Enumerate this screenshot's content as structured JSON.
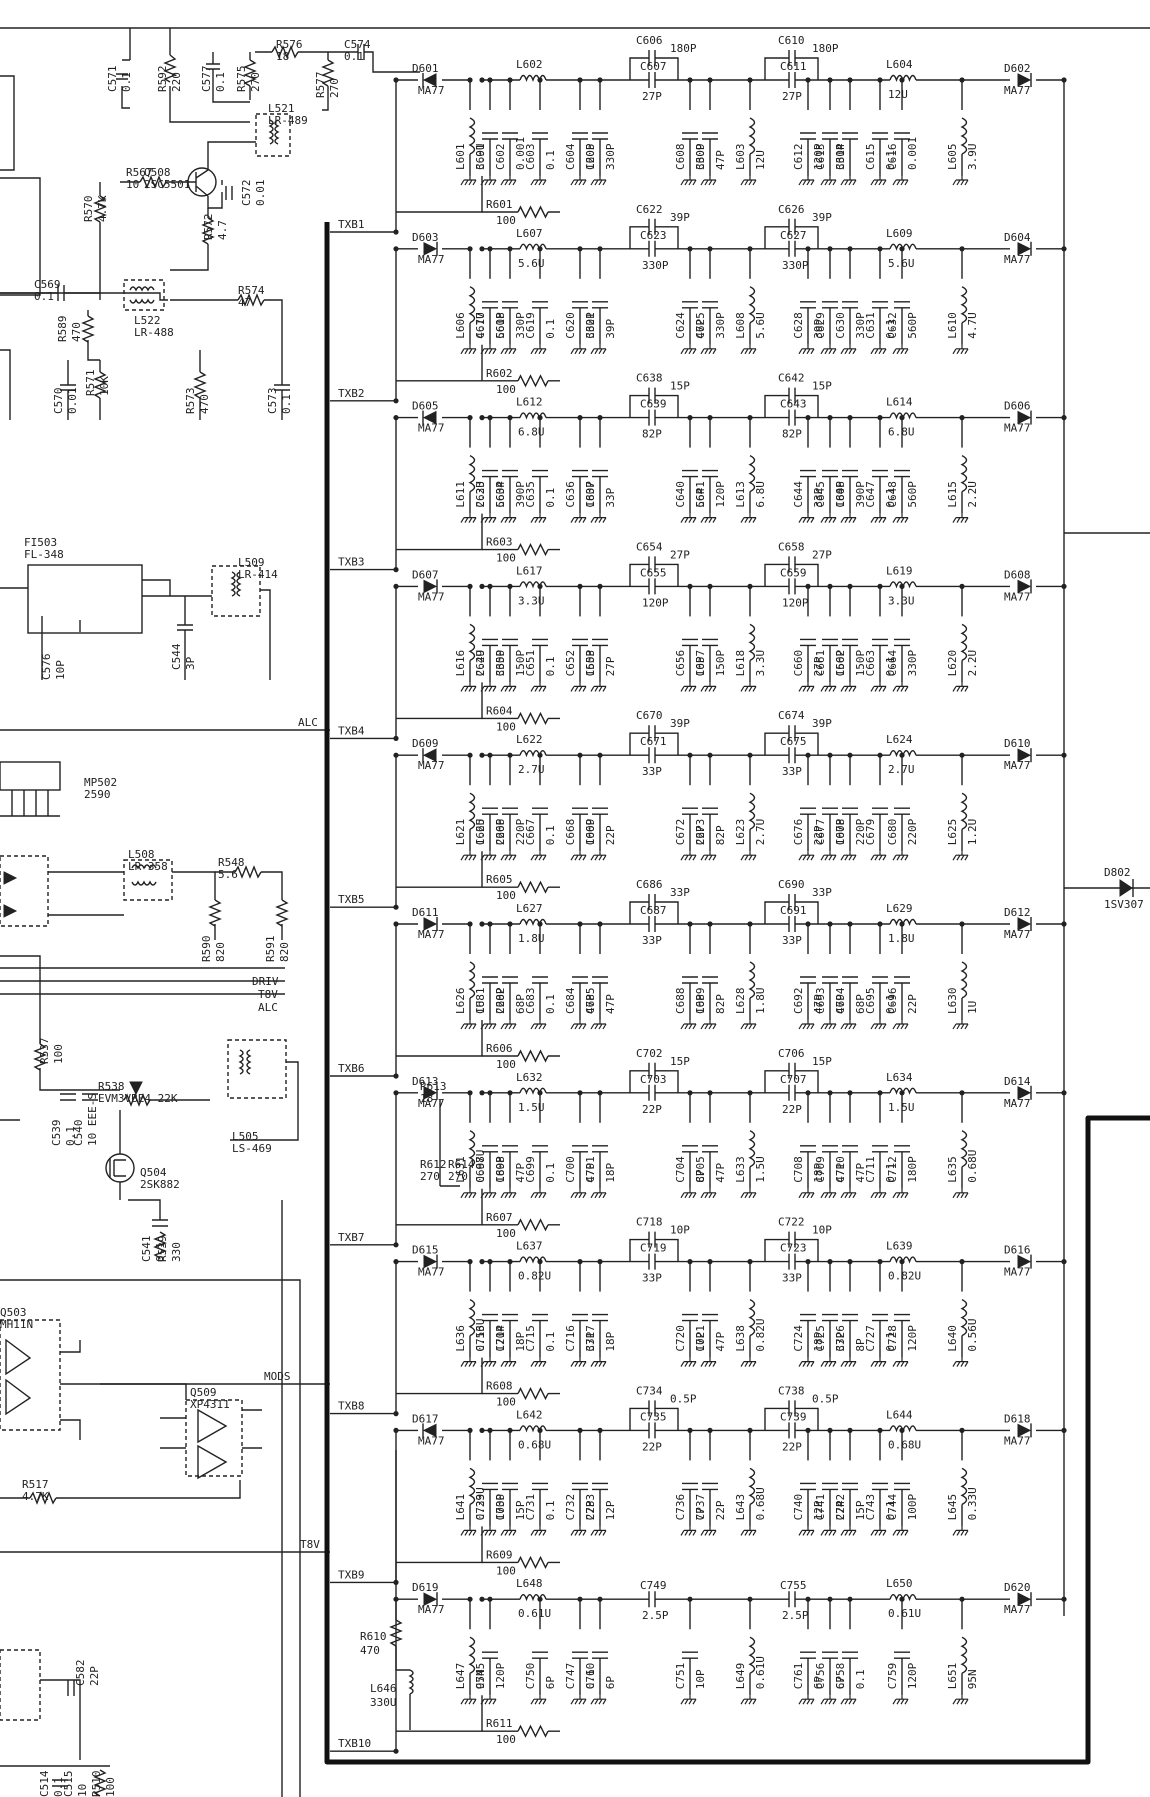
{
  "nets": {
    "txb": [
      "TXB1",
      "TXB2",
      "TXB3",
      "TXB4",
      "TXB5",
      "TXB6",
      "TXB7",
      "TXB8",
      "TXB9",
      "TXB10"
    ],
    "alc_top": "ALC",
    "driv": "DRIV",
    "t8v": "T8V",
    "alc": "ALC",
    "mods": "MODS",
    "t8v_low": "T8V"
  },
  "left_parts": [
    {
      "ref": "C571",
      "val": "0.1"
    },
    {
      "ref": "R592",
      "val": "220"
    },
    {
      "ref": "R576",
      "val": "18"
    },
    {
      "ref": "C577",
      "val": "0.1"
    },
    {
      "ref": "R575",
      "val": "270"
    },
    {
      "ref": "C574",
      "val": "0.1"
    },
    {
      "ref": "R577",
      "val": "270"
    },
    {
      "ref": "L521",
      "val": "LR-489"
    },
    {
      "ref": "Q508",
      "val": "2SC5501"
    },
    {
      "ref": "R567",
      "val": "10"
    },
    {
      "ref": "C572",
      "val": "0.01"
    },
    {
      "ref": "R570",
      "val": "4.7K"
    },
    {
      "ref": "R572",
      "val": "4.7"
    },
    {
      "ref": "C569",
      "val": "0.1"
    },
    {
      "ref": "L522",
      "val": "LR-488"
    },
    {
      "ref": "R574",
      "val": "47"
    },
    {
      "ref": "R589",
      "val": "470"
    },
    {
      "ref": "R571",
      "val": "10K"
    },
    {
      "ref": "C570",
      "val": "0.01"
    },
    {
      "ref": "R573",
      "val": "470"
    },
    {
      "ref": "C573",
      "val": "0.1"
    },
    {
      "ref": "FI503",
      "val": "FL-348"
    },
    {
      "ref": "L509",
      "val": "LR-414"
    },
    {
      "ref": "C576",
      "val": "10P"
    },
    {
      "ref": "C544",
      "val": "3P"
    },
    {
      "ref": "MP502",
      "val": "2590"
    },
    {
      "ref": "L508",
      "val": "LR-358"
    },
    {
      "ref": "R548",
      "val": "5.6"
    },
    {
      "ref": "R590",
      "val": "820"
    },
    {
      "ref": "R591",
      "val": "820"
    },
    {
      "ref": "R537",
      "val": "100"
    },
    {
      "ref": "C539",
      "val": "0.1"
    },
    {
      "ref": "C540",
      "val": "10 EEE-S"
    },
    {
      "ref": "R538",
      "val": "EVM3VBE4 22K"
    },
    {
      "ref": "L505",
      "val": "LS-469"
    },
    {
      "ref": "Q504",
      "val": "2SK882"
    },
    {
      "ref": "C541",
      "val": "0.1"
    },
    {
      "ref": "R539",
      "val": "330"
    },
    {
      "ref": "Q503",
      "val": "MH11N"
    },
    {
      "ref": "Q509",
      "val": "XP4311"
    },
    {
      "ref": "R517",
      "val": "4.7K"
    },
    {
      "ref": "C582",
      "val": "22P"
    },
    {
      "ref": "C514",
      "val": "0.1"
    },
    {
      "ref": "C515",
      "val": "10"
    },
    {
      "ref": "R510",
      "val": "100"
    }
  ],
  "stage_labels": {
    "r610": {
      "ref": "R610",
      "val": "470"
    },
    "l646": {
      "ref": "L646",
      "val": "330U"
    },
    "r612": {
      "ref": "R612",
      "val": "270"
    },
    "r614": {
      "ref": "R614",
      "val": "270"
    },
    "r613": {
      "ref": "R613",
      "val": "18"
    },
    "d802": {
      "ref": "D802",
      "val": "1SV307"
    }
  },
  "filters": [
    {
      "ra": "R601",
      "rv": "100",
      "din": "D601",
      "dout": "D602",
      "dpart": "MA77",
      "la": "L602",
      "lav": "",
      "lb": "L604",
      "lbv": "12U",
      "ca": "C606",
      "cav": "180P",
      "cb": "C610",
      "cbv": "180P",
      "cs1": "C607",
      "cs1v": "27P",
      "cs2": "C611",
      "cs2v": "27P",
      "sh": [
        [
          "L601",
          "3.9U"
        ],
        [
          "C601",
          ""
        ],
        [
          "C602",
          "0.001"
        ],
        [
          "C603",
          "0.1"
        ],
        [
          "C604",
          "120P"
        ],
        [
          "C605",
          "330P"
        ],
        [
          "C608",
          "330P"
        ],
        [
          "C609",
          "47P"
        ],
        [
          "L603",
          "12U"
        ],
        [
          "C612",
          "120P"
        ],
        [
          "C613",
          "330P"
        ],
        [
          "C614",
          ""
        ],
        [
          "C615",
          "0.1"
        ],
        [
          "C616",
          "0.001"
        ],
        [
          "L605",
          "3.9U"
        ]
      ]
    },
    {
      "ra": "R602",
      "rv": "100",
      "din": "D603",
      "dout": "D604",
      "dpart": "MA77",
      "la": "L607",
      "lav": "5.6U",
      "lb": "L609",
      "lbv": "5.6U",
      "ca": "C622",
      "cav": "39P",
      "cb": "C626",
      "cbv": "39P",
      "cs1": "C623",
      "cs1v": "330P",
      "cs2": "C627",
      "cs2v": "330P",
      "sh": [
        [
          "L606",
          "4.7U"
        ],
        [
          "C617",
          "560P"
        ],
        [
          "C618",
          "330P"
        ],
        [
          "C619",
          "0.1"
        ],
        [
          "C620",
          "330P"
        ],
        [
          "C621",
          "39P"
        ],
        [
          "C624",
          "47P"
        ],
        [
          "C625",
          "330P"
        ],
        [
          "L608",
          "5.6U"
        ],
        [
          "C628",
          "39P"
        ],
        [
          "C629",
          ""
        ],
        [
          "C630",
          "330P"
        ],
        [
          "C631",
          "0.1"
        ],
        [
          "C632",
          "560P"
        ],
        [
          "L610",
          "4.7U"
        ]
      ]
    },
    {
      "ra": "R603",
      "rv": "100",
      "din": "D605",
      "dout": "D606",
      "dpart": "MA77",
      "la": "L612",
      "lav": "6.8U",
      "lb": "L614",
      "lbv": "6.8U",
      "ca": "C638",
      "cav": "15P",
      "cb": "C642",
      "cbv": "15P",
      "cs1": "C639",
      "cs1v": "82P",
      "cs2": "C643",
      "cs2v": "82P",
      "sh": [
        [
          "L611",
          "2.2U"
        ],
        [
          "C633",
          "560P"
        ],
        [
          "C634",
          "390P"
        ],
        [
          "C635",
          "0.1"
        ],
        [
          "C636",
          "180P"
        ],
        [
          "C637",
          "33P"
        ],
        [
          "C640",
          "56P"
        ],
        [
          "C641",
          "120P"
        ],
        [
          "L613",
          "6.8U"
        ],
        [
          "C644",
          "33P"
        ],
        [
          "C645",
          "180P"
        ],
        [
          "C646",
          "390P"
        ],
        [
          "C647",
          "0.1"
        ],
        [
          "C648",
          "560P"
        ],
        [
          "L615",
          "2.2U"
        ]
      ]
    },
    {
      "ra": "R604",
      "rv": "100",
      "din": "D607",
      "dout": "D608",
      "dpart": "MA77",
      "la": "L617",
      "lav": "3.3U",
      "lb": "L619",
      "lbv": "3.3U",
      "ca": "C654",
      "cav": "27P",
      "cb": "C658",
      "cbv": "27P",
      "cs1": "C655",
      "cs1v": "120P",
      "cs2": "C659",
      "cs2v": "120P",
      "sh": [
        [
          "L616",
          "2.2U"
        ],
        [
          "C649",
          "330P"
        ],
        [
          "C650",
          "150P"
        ],
        [
          "C651",
          "0.1"
        ],
        [
          "C652",
          "150P"
        ],
        [
          "C653",
          "27P"
        ],
        [
          "C656",
          "10P"
        ],
        [
          "C657",
          "150P"
        ],
        [
          "L618",
          "3.3U"
        ],
        [
          "C660",
          "27P"
        ],
        [
          "C661",
          "150P"
        ],
        [
          "C662",
          "150P"
        ],
        [
          "C663",
          "0.1"
        ],
        [
          "C664",
          "330P"
        ],
        [
          "L620",
          "2.2U"
        ]
      ]
    },
    {
      "ra": "R605",
      "rv": "100",
      "din": "D609",
      "dout": "D610",
      "dpart": "MA77",
      "la": "L622",
      "lav": "2.7U",
      "lb": "L624",
      "lbv": "2.7U",
      "ca": "C670",
      "cav": "39P",
      "cb": "C674",
      "cbv": "39P",
      "cs1": "C671",
      "cs1v": "33P",
      "cs2": "C675",
      "cs2v": "33P",
      "sh": [
        [
          "L621",
          "1.2U"
        ],
        [
          "C665",
          "220P"
        ],
        [
          "C666",
          "220P"
        ],
        [
          "C667",
          "0.1"
        ],
        [
          "C668",
          "100P"
        ],
        [
          "C669",
          "22P"
        ],
        [
          "C672",
          "22P"
        ],
        [
          "C673",
          "82P"
        ],
        [
          "L623",
          "2.7U"
        ],
        [
          "C676",
          "22P"
        ],
        [
          "C677",
          "100P"
        ],
        [
          "C678",
          "220P"
        ],
        [
          "C679",
          ""
        ],
        [
          "C680",
          "220P"
        ],
        [
          "L625",
          "1.2U"
        ]
      ]
    },
    {
      "ra": "R606",
      "rv": "100",
      "din": "D611",
      "dout": "D612",
      "dpart": "MA77",
      "la": "L627",
      "lav": "1.8U",
      "lb": "L629",
      "lbv": "1.8U",
      "ca": "C686",
      "cav": "33P",
      "cb": "C690",
      "cbv": "33P",
      "cs1": "C687",
      "cs1v": "33P",
      "cs2": "C691",
      "cs2v": "33P",
      "sh": [
        [
          "L626",
          "1U"
        ],
        [
          "C681",
          "220P"
        ],
        [
          "C682",
          "68P"
        ],
        [
          "C683",
          "0.1"
        ],
        [
          "C684",
          "47P"
        ],
        [
          "C685",
          "47P"
        ],
        [
          "C688",
          "10P"
        ],
        [
          "C689",
          "82P"
        ],
        [
          "L628",
          "1.8U"
        ],
        [
          "C692",
          "47P"
        ],
        [
          "C693",
          "47P"
        ],
        [
          "C694",
          "68P"
        ],
        [
          "C695",
          "0.1"
        ],
        [
          "C696",
          "22P"
        ],
        [
          "L630",
          "1U"
        ]
      ]
    },
    {
      "ra": "R607",
      "rv": "100",
      "din": "D613",
      "dout": "D614",
      "dpart": "MA77",
      "la": "L632",
      "lav": "1.5U",
      "lb": "L634",
      "lbv": "1.5U",
      "ca": "C702",
      "cav": "15P",
      "cb": "C706",
      "cbv": "15P",
      "cs1": "C703",
      "cs1v": "22P",
      "cs2": "C707",
      "cs2v": "22P",
      "sh": [
        [
          "L631",
          "0.68U"
        ],
        [
          "C697",
          "180P"
        ],
        [
          "C698",
          "47P"
        ],
        [
          "C699",
          "0.1"
        ],
        [
          "C700",
          "47P"
        ],
        [
          "C701",
          "18P"
        ],
        [
          "C704",
          "8P"
        ],
        [
          "C705",
          "47P"
        ],
        [
          "L633",
          "1.5U"
        ],
        [
          "C708",
          "18P"
        ],
        [
          "C709",
          "47P"
        ],
        [
          "C710",
          "47P"
        ],
        [
          "C711",
          "0.1"
        ],
        [
          "C712",
          "180P"
        ],
        [
          "L635",
          "0.68U"
        ]
      ]
    },
    {
      "ra": "R608",
      "rv": "100",
      "din": "D615",
      "dout": "D616",
      "dpart": "MA77",
      "la": "L637",
      "lav": "0.82U",
      "lb": "L639",
      "lbv": "0.82U",
      "ca": "C718",
      "cav": "10P",
      "cb": "C722",
      "cbv": "10P",
      "cs1": "C719",
      "cs1v": "33P",
      "cs2": "C723",
      "cs2v": "33P",
      "sh": [
        [
          "L636",
          "0.56U"
        ],
        [
          "C713",
          "120P"
        ],
        [
          "C714",
          "18P"
        ],
        [
          "C715",
          "0.1"
        ],
        [
          "C716",
          "33P"
        ],
        [
          "C717",
          "18P"
        ],
        [
          "C720",
          "10P"
        ],
        [
          "C721",
          "47P"
        ],
        [
          "L638",
          "0.82U"
        ],
        [
          "C724",
          "18P"
        ],
        [
          "C725",
          "33P"
        ],
        [
          "C726",
          "8P"
        ],
        [
          "C727",
          "0.1"
        ],
        [
          "C728",
          "120P"
        ],
        [
          "L640",
          "0.56U"
        ]
      ]
    },
    {
      "ra": "R609",
      "rv": "100",
      "din": "D617",
      "dout": "D618",
      "dpart": "MA77",
      "la": "L642",
      "lav": "0.68U",
      "lb": "L644",
      "lbv": "0.68U",
      "ca": "C734",
      "cav": "0.5P",
      "cb": "C738",
      "cbv": "0.5P",
      "cs1": "C735",
      "cs1v": "22P",
      "cs2": "C739",
      "cs2v": "22P",
      "sh": [
        [
          "L641",
          "0.33U"
        ],
        [
          "C729",
          "100P"
        ],
        [
          "C730",
          "15P"
        ],
        [
          "C731",
          "0.1"
        ],
        [
          "C732",
          "22P"
        ],
        [
          "C733",
          "12P"
        ],
        [
          "C736",
          "7P"
        ],
        [
          "C737",
          "22P"
        ],
        [
          "L643",
          "0.68U"
        ],
        [
          "C740",
          "12P"
        ],
        [
          "C741",
          "22P"
        ],
        [
          "C742",
          "15P"
        ],
        [
          "C743",
          "0.1"
        ],
        [
          "C744",
          "100P"
        ],
        [
          "L645",
          "0.33U"
        ]
      ]
    },
    {
      "ra": "R611",
      "rv": "100",
      "din": "D619",
      "dout": "D620",
      "dpart": "MA77",
      "la": "L648",
      "lav": "0.61U",
      "lb": "L650",
      "lbv": "0.61U",
      "ca": "",
      "cav": "",
      "cb": "",
      "cbv": "",
      "cs1": "C749",
      "cs1v": "2.5P",
      "cs2": "C755",
      "cs2v": "2.5P",
      "sh": [
        [
          "L647",
          "95N"
        ],
        [
          "C745",
          "120P"
        ],
        [
          "C750",
          "6P"
        ],
        [
          "C747",
          "0.1"
        ],
        [
          "C760",
          "6P"
        ],
        [
          "C751",
          "10P"
        ],
        [
          "L649",
          "0.61U"
        ],
        [
          "C761",
          "6P"
        ],
        [
          "C756",
          "6P"
        ],
        [
          "C758",
          "0.1"
        ],
        [
          "C759",
          "120P"
        ],
        [
          "L651",
          "95N"
        ]
      ]
    }
  ]
}
